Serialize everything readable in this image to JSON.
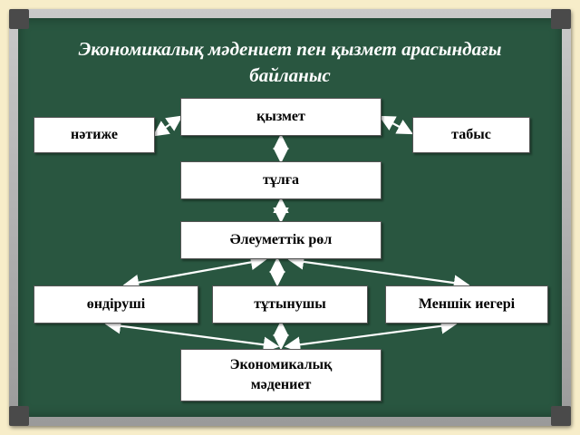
{
  "title": "Экономикалық мәдениет пен қызмет арасындағы байланыс",
  "nodes": {
    "qyzmet": "қызмет",
    "natizhe": "нәтиже",
    "tabys": "табыс",
    "tulga": "тұлға",
    "rol": "Әлеуметтік рөл",
    "ondirushi": "өндіруші",
    "tutynushy": "тұтынушы",
    "menshik": "Меншік иегері",
    "madeniet": "Экономикалық мәдениет"
  },
  "colors": {
    "board": "#295640",
    "background": "#f7edc9",
    "arrow": "#ffffff"
  }
}
